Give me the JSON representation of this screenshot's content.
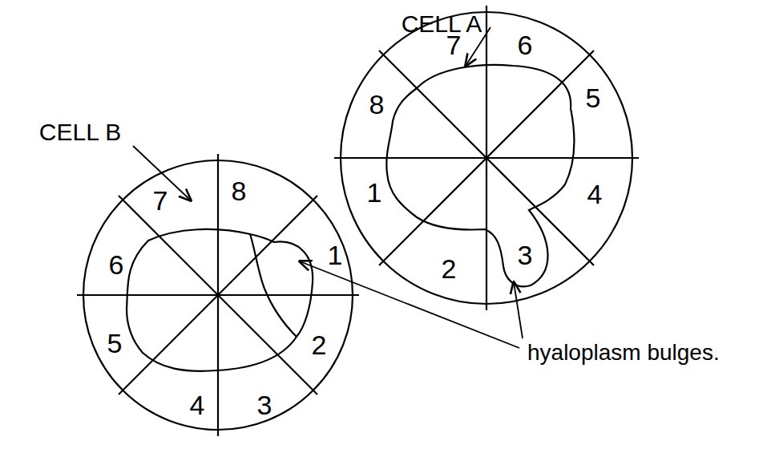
{
  "diagram": {
    "labels": [
      "CELL A",
      "CELL B",
      "hyaloplasm bulges.",
      "7",
      "6",
      "8",
      "5",
      "1",
      "4",
      "2",
      "3",
      "7",
      "8",
      "6",
      "1",
      "5",
      "2",
      "4",
      "3"
    ]
  }
}
